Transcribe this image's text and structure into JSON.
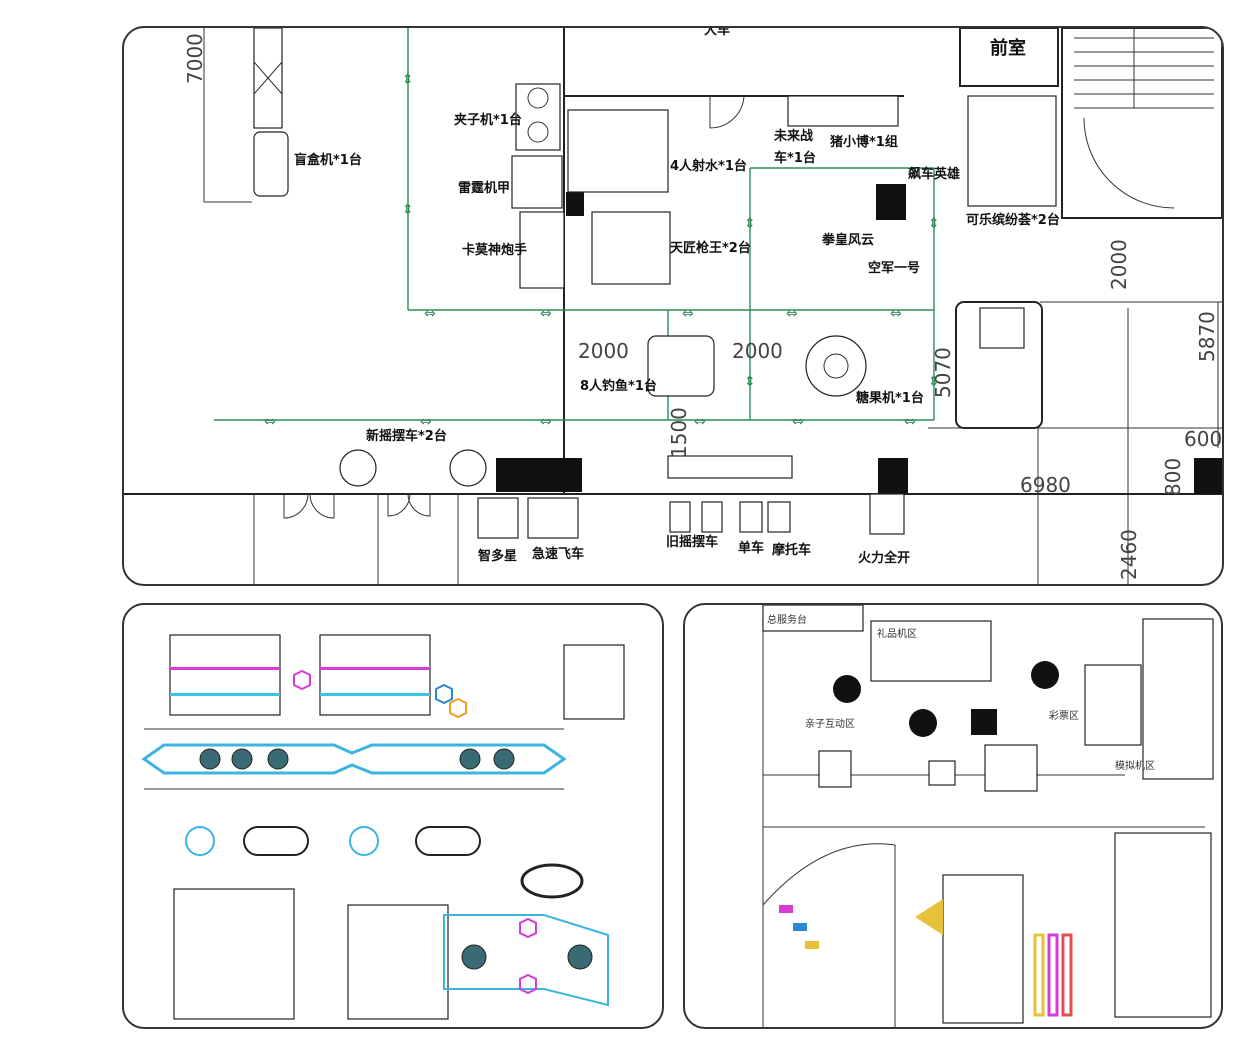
{
  "top_panel": {
    "top_label": "大车",
    "room_label": "前室",
    "dimensions": [
      "7000",
      "2000",
      "2000",
      "5870",
      "5070",
      "1500",
      "6980",
      "800",
      "2460",
      "600",
      "2000"
    ],
    "machines": {
      "blind_box": "盲盒机*1台",
      "claw": "夹子机*1台",
      "thunder_mech": "雷霆机甲",
      "kamen_gunner": "卡莫神炮手",
      "water_shoot": "4人射水*1台",
      "gun_king": "天匠枪王*2台",
      "future_car": "未来战",
      "future_car_2": "车*1台",
      "pig": "猪小博*1组",
      "racing_hero": "飙车英雄",
      "fist_king": "拳皇风云",
      "air_force": "空军一号",
      "cola_prize": "可乐缤纷荟*2台",
      "fishing": "8人钓鱼*1台",
      "candy": "糖果机*1台",
      "new_swing": "新摇摆车*2台",
      "zhiduoxing": "智多星",
      "speed_car": "急速飞车",
      "old_swing": "旧摇摆车",
      "bike": "单车",
      "motorbike": "摩托车",
      "firepower": "火力全开"
    }
  },
  "bottom_right": {
    "labels": {
      "service_desk": "总服务台",
      "gift_zone": "礼品机区",
      "parent_zone": "亲子互动区",
      "lottery_zone": "彩票区",
      "sim_zone": "模拟机区"
    }
  }
}
